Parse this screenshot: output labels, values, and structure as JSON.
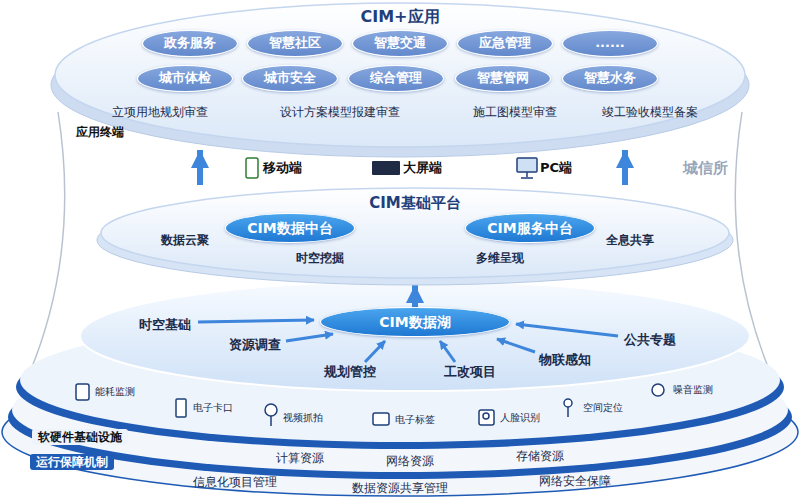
{
  "diagram": {
    "nodes": [
      {
        "text": [
          "CIM+应用"
        ]
      },
      {
        "text": [
          "政务服务"
        ],
        "in": 0
      },
      {
        "text": [
          "智慧社区"
        ],
        "in": 0
      },
      {
        "text": [
          "智慧交通"
        ],
        "in": 0
      },
      {
        "text": [
          "应急管理"
        ],
        "in": 0
      },
      {
        "text": [
          "......"
        ],
        "in": 0
      },
      {
        "text": [
          "城市体检"
        ],
        "in": 0
      },
      {
        "text": [
          "城市安全"
        ],
        "in": 0
      },
      {
        "text": [
          "综合管理"
        ],
        "in": 0
      },
      {
        "text": [
          "智慧管网"
        ],
        "in": 0
      },
      {
        "text": [
          "智慧水务"
        ],
        "in": 0
      },
      {
        "text": [
          "CIM基础平台"
        ]
      },
      {
        "text": [
          "CIM数据中台"
        ],
        "in": 11
      },
      {
        "text": [
          "CIM服务中台"
        ],
        "in": 11
      },
      {
        "text": [
          "CIM数据湖"
        ]
      }
    ],
    "edges": [
      {
        "from": 14,
        "to": 11,
        "arrow": "to"
      },
      {
        "from": 11,
        "to": 0,
        "arrow": "to"
      },
      {
        "from": 11,
        "to": 0,
        "arrow": "to"
      }
    ],
    "labels": [
      "立项用地规划审查",
      "设计方案模型报建审查",
      "施工图模型审查",
      "竣工验收模型备案",
      "应用终端",
      "移动端",
      "大屏端",
      "PC端",
      "数据云聚",
      "时空挖掘",
      "多维呈现",
      "全息共享",
      "时空基础",
      "资源调查",
      "规划管控",
      "工改项目",
      "物联感知",
      "公共专题",
      "能耗监测",
      "电子卡口",
      "视频抓拍",
      "电子标签",
      "人脸识别",
      "空间定位",
      "噪音监测",
      "软硬件基础设施",
      "计算资源",
      "网络资源",
      "存储资源",
      "运行保障机制",
      "信息化项目管理",
      "数据资源共享管理",
      "网络安全保障",
      "城信所"
    ]
  }
}
